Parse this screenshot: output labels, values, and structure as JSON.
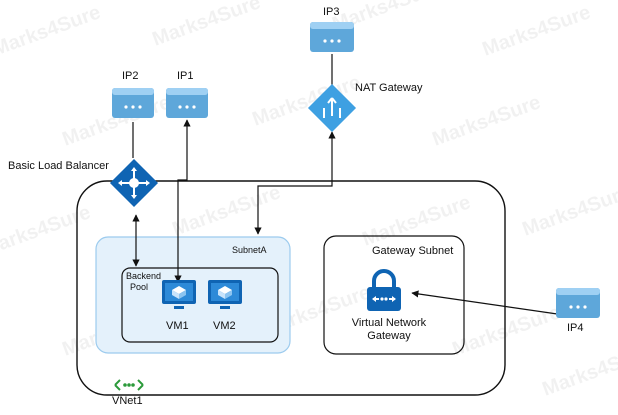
{
  "watermark": "Marks4Sure",
  "labels": {
    "ip1": "IP1",
    "ip2": "IP2",
    "ip3": "IP3",
    "ip4": "IP4",
    "nat_gateway": "NAT Gateway",
    "load_balancer": "Basic Load Balancer",
    "subnet_a": "SubnetA",
    "backend_line1": "Backend",
    "backend_line2": "Pool",
    "vm1": "VM1",
    "vm2": "VM2",
    "gateway_subnet": "Gateway Subnet",
    "vng_line1": "Virtual Network",
    "vng_line2": "Gateway",
    "vnet": "VNet1"
  },
  "colors": {
    "azure_blue": "#0078d4",
    "ip_card": "#5ea7da",
    "subnet_fill": "#e4f1fb",
    "subnet_border": "#9ccbee"
  }
}
